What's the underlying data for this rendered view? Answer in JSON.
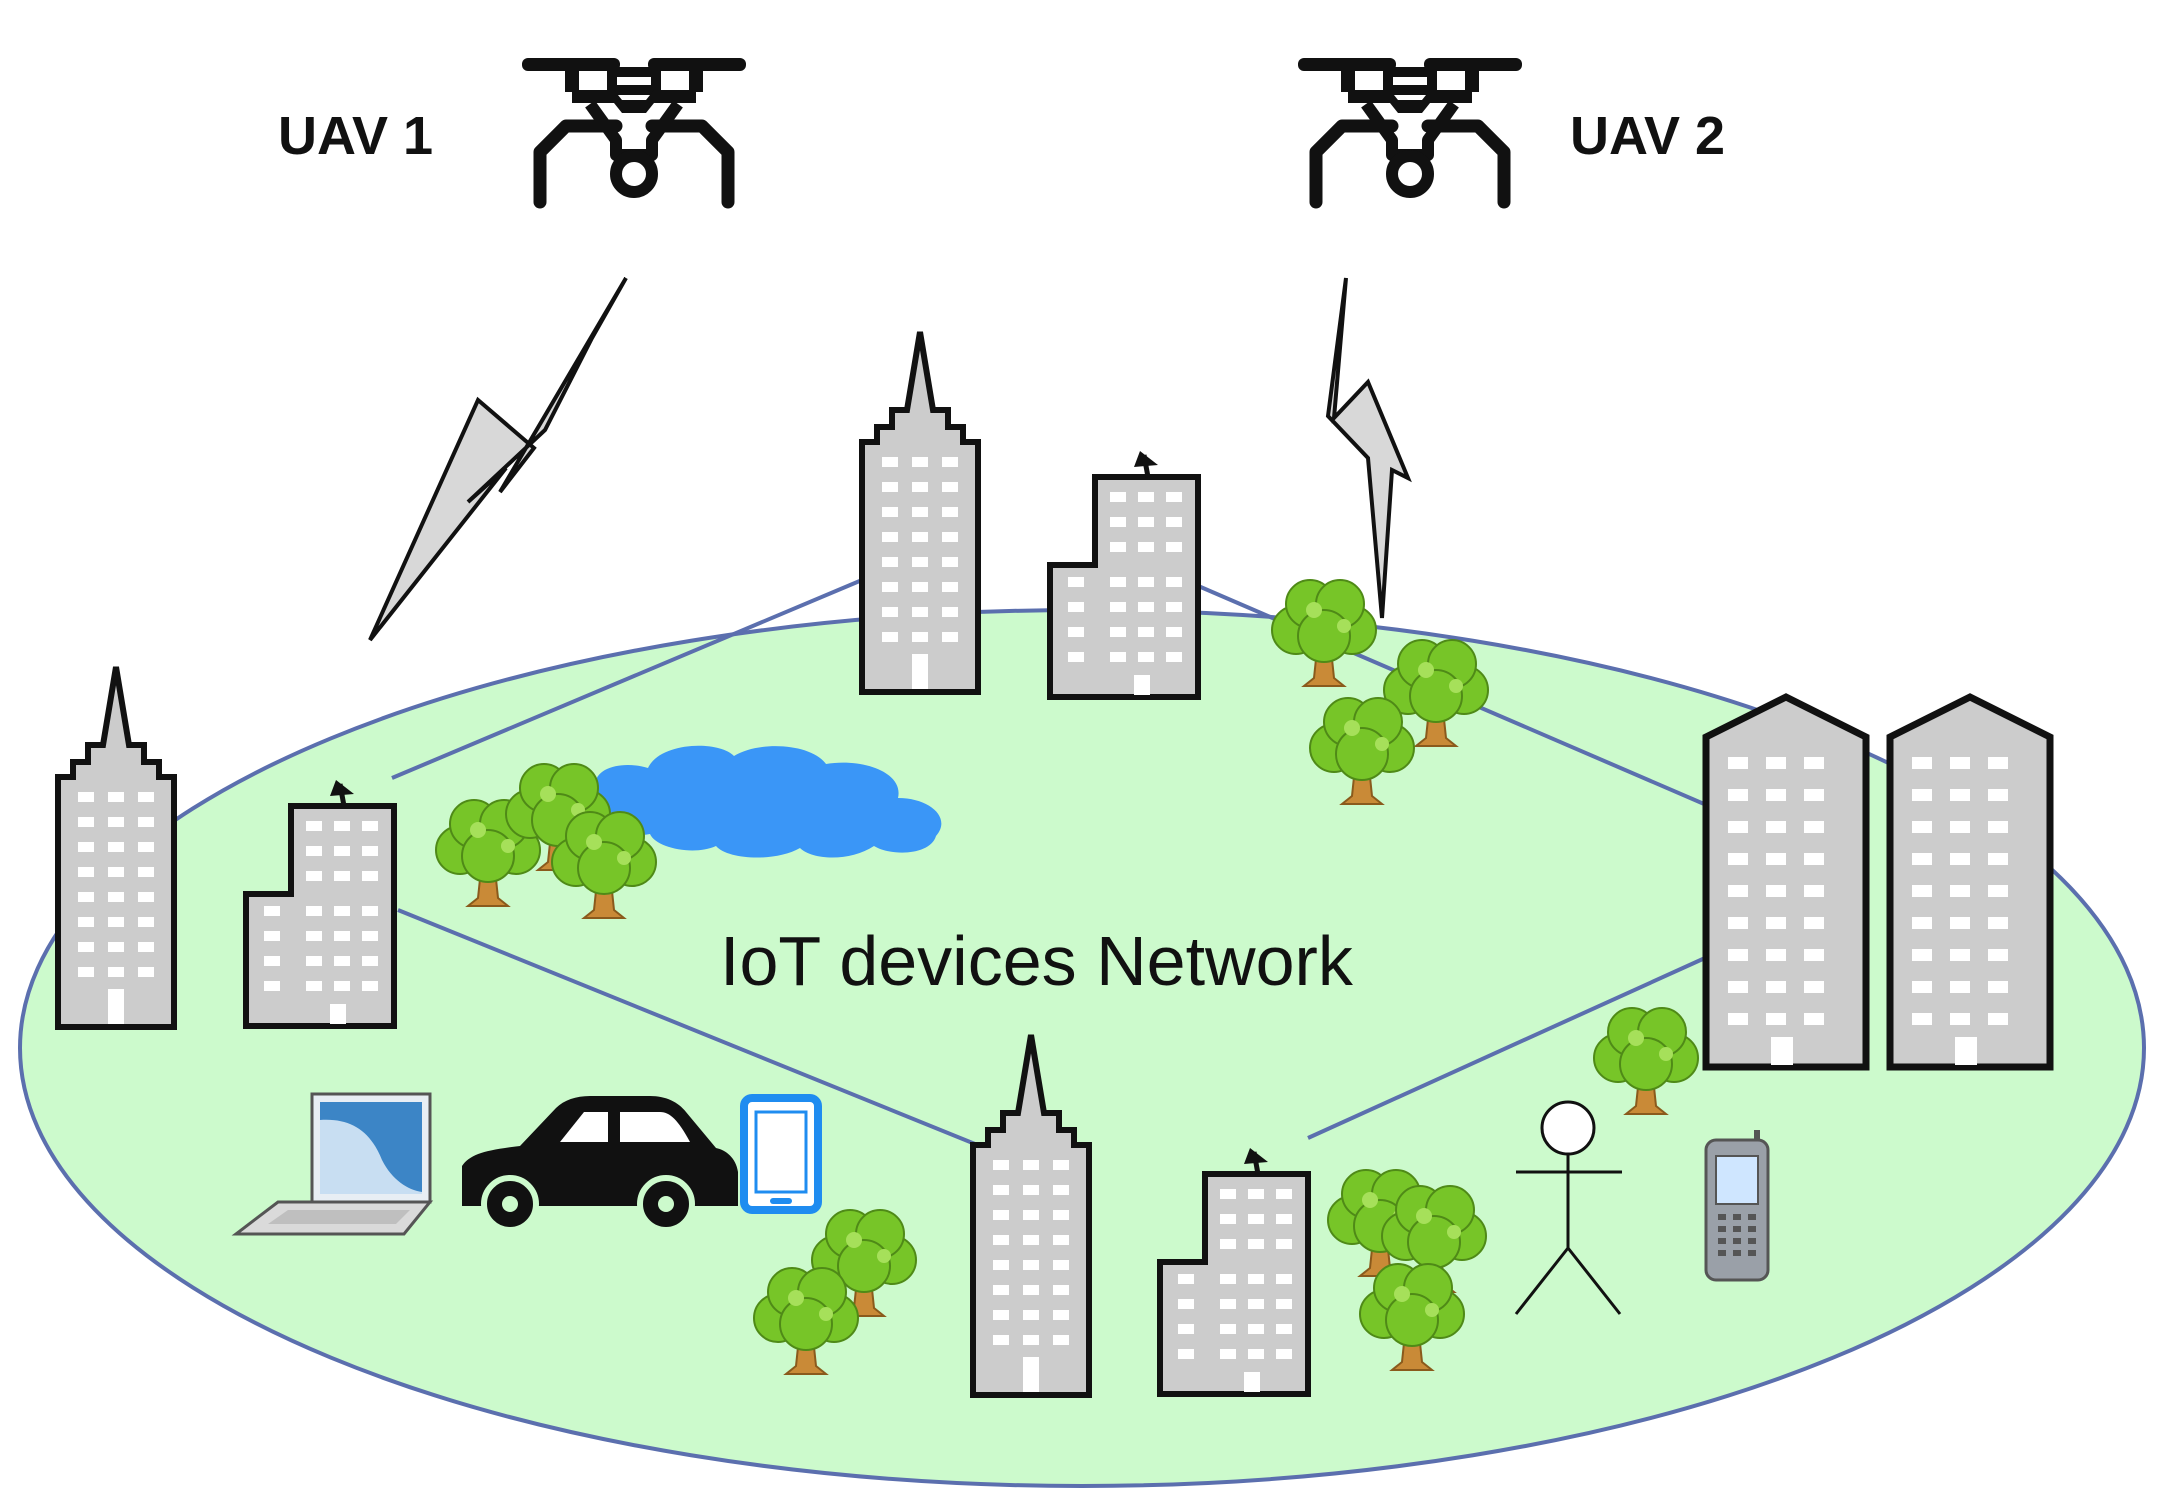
{
  "uavs": [
    {
      "label": "UAV 1"
    },
    {
      "label": "UAV 2"
    }
  ],
  "network": {
    "label": "IoT devices Network"
  },
  "icons": [
    "drone-icon",
    "lightning-link-icon",
    "skyscraper-icon",
    "office-building-icon",
    "apartment-building-icon",
    "tree-icon",
    "lake-icon",
    "laptop-icon",
    "car-icon",
    "tablet-icon",
    "person-icon",
    "mobile-phone-icon"
  ],
  "colors": {
    "ground": "#ccfacc",
    "ground_outline": "#5b6fae",
    "building": "#cccccc",
    "window": "#ffffff",
    "outline": "#111111",
    "tree": "#77c528",
    "trunk": "#c98a37",
    "lake": "#3a96f7",
    "link_line": "#5b6fae",
    "lightning_fill": "#d8d8d8",
    "tablet": "#1f8cf0",
    "laptop_screen": "#3c85c6",
    "phone": "#9aa0a8"
  }
}
